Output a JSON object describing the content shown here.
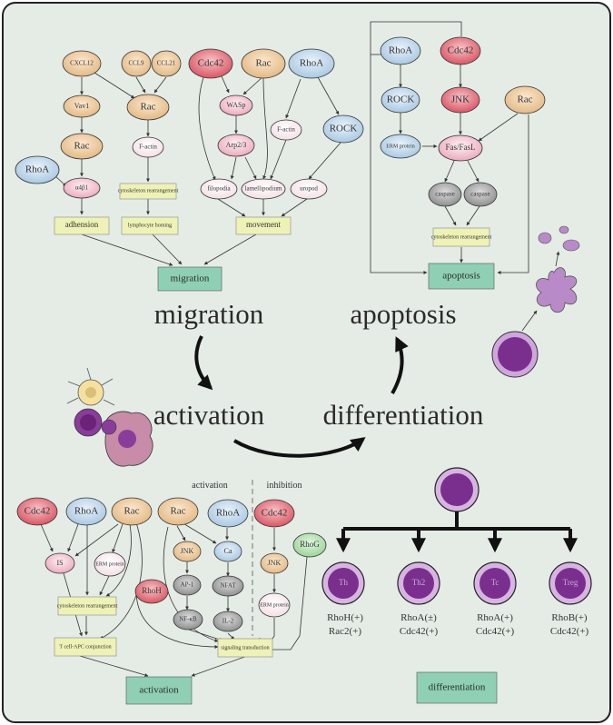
{
  "panel_top_left": {
    "nodes": [
      "CXCL12",
      "CCL9",
      "CCL21",
      "Vav1",
      "Rac",
      "Rac",
      "RhoA",
      "α4β1",
      "F-actin"
    ],
    "boxes": {
      "cyto": "cytoskeleton rearrangement",
      "adh": "adhension",
      "homing": "lymphocyte homing",
      "migration": "migration"
    }
  },
  "panel_top_mid": {
    "nodes": [
      "Cdc42",
      "Rac",
      "RhoA",
      "WASp",
      "F-actin",
      "ROCK",
      "Arp2/3",
      "filopodia",
      "lamellipodium",
      "uropod"
    ],
    "movement": "movement"
  },
  "panel_top_right": {
    "nodes": [
      "RhoA",
      "Cdc42",
      "ROCK",
      "JNK",
      "Rac",
      "ERM protein",
      "Fas/FasL",
      "caspase",
      "caspase"
    ],
    "cyto": "cytoskeleton rearrangement",
    "apoptosis": "apoptosis"
  },
  "cycle": {
    "migration": "migration",
    "apoptosis": "apoptosis",
    "activation": "activation",
    "differentiation": "differentiation"
  },
  "panel_bottom_left": {
    "header_activation": "activation",
    "header_inhibition": "inhibition",
    "nodes": [
      "Cdc42",
      "RhoA",
      "Rac",
      "Rac",
      "RhoA",
      "Cdc42",
      "IS",
      "ERM protein",
      "JNK",
      "Ca",
      "JNK",
      "RhoG",
      "AP-1",
      "NFAT",
      "RhoH",
      "NF-κB",
      "IL-2",
      "ERM protein"
    ],
    "boxes": {
      "cyto": "cytoskeleton rearrangement",
      "tcell": "T cell-APC conjunction",
      "signal": "signaling transduction",
      "activation": "activation"
    }
  },
  "panel_bottom_right": {
    "cells": [
      {
        "label": "Th",
        "marker1": "RhoH(+)",
        "marker2": "Rac2(+)"
      },
      {
        "label": "Th2",
        "marker1": "RhoA(±)",
        "marker2": "Cdc42(+)"
      },
      {
        "label": "Tc",
        "marker1": "RhoA(+)",
        "marker2": "Cdc42(+)"
      },
      {
        "label": "Treg",
        "marker1": "RhoB(+)",
        "marker2": "Cdc42(+)"
      }
    ],
    "differentiation": "differentiation"
  },
  "colors": {
    "bg": "#e4ece5",
    "tan": "#e8c295",
    "blue": "#b6d2e8",
    "red": "#e0707a",
    "pink": "#f1c8d0",
    "gray": "#9c9c9c",
    "green": "#8fd0b4",
    "box": "#eef2b6",
    "purple": "#8a3c9a"
  }
}
